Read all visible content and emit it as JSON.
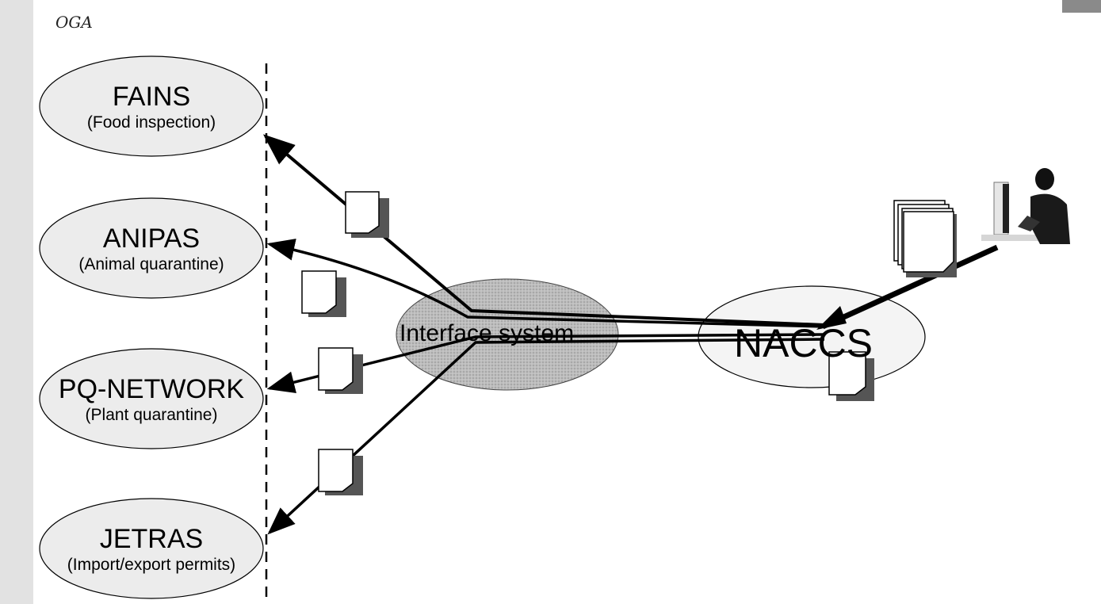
{
  "handwritten_note": "OGA",
  "systems": [
    {
      "title": "FAINS",
      "subtitle": "(Food inspection)"
    },
    {
      "title": "ANIPAS",
      "subtitle": "(Animal quarantine)"
    },
    {
      "title": "PQ-NETWORK",
      "subtitle": "(Plant quarantine)"
    },
    {
      "title": "JETRAS",
      "subtitle": "(Import/export permits)"
    }
  ],
  "interface_label": "Interface system",
  "hub_label": "NACCS",
  "colors": {
    "ellipse_fill": "#e9e9e9",
    "interface_fill": "#b4b4b4",
    "line": "#000000"
  }
}
